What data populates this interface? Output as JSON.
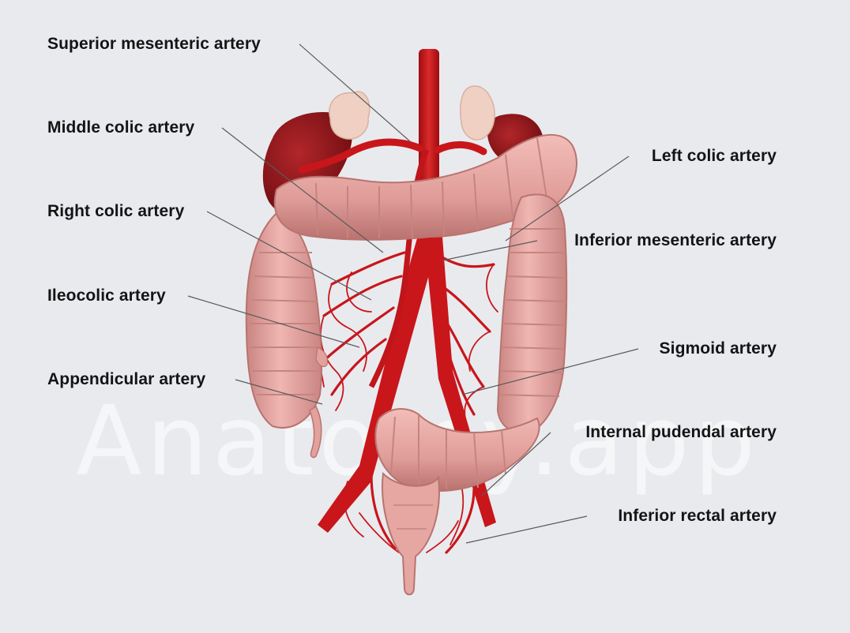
{
  "labels": {
    "superior_mesenteric": "Superior mesenteric artery",
    "middle_colic": "Middle colic artery",
    "right_colic": "Right colic artery",
    "ileocolic": "Ileocolic artery",
    "appendicular": "Appendicular artery",
    "left_colic": "Left colic artery",
    "inferior_mesenteric": "Inferior mesenteric artery",
    "sigmoid": "Sigmoid artery",
    "internal_pudendal": "Internal pudendal artery",
    "inferior_rectal": "Inferior rectal artery"
  },
  "watermark": "Anatomy.app",
  "colors": {
    "background": "#e9eaee",
    "artery": "#c8141a",
    "colon": "#e7a5a1",
    "kidney": "#8d1418",
    "adrenal": "#f0d3c5",
    "leader_line": "#5a5a5a"
  }
}
